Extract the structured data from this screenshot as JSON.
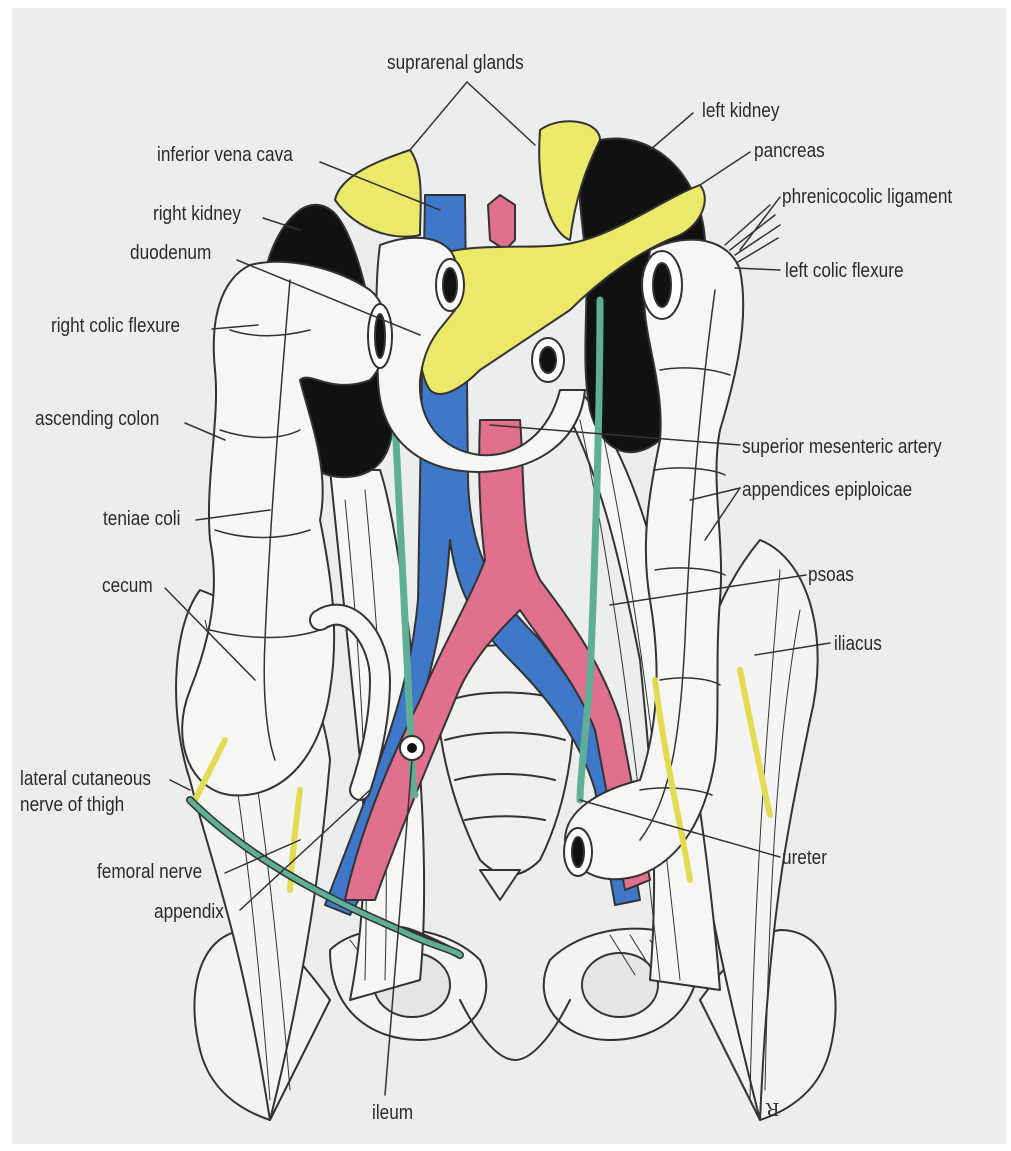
{
  "colors": {
    "background": "#eceeed",
    "suprarenal": "#ece86a",
    "pancreas": "#ece86a",
    "kidney": "#111111",
    "vein": "#3f78c8",
    "artery": "#e0708e",
    "ureter": "#5fae96",
    "nerve": "#e2dc55",
    "organ": "#f6f6f4",
    "line": "#333333"
  },
  "labels": {
    "suprarenal_glands": "suprarenal glands",
    "left_kidney": "left kidney",
    "inferior_vena_cava": "inferior vena cava",
    "pancreas": "pancreas",
    "phrenicocolic_ligament": "phrenicocolic ligament",
    "right_kidney": "right kidney",
    "duodenum": "duodenum",
    "left_colic_flexure": "left colic flexure",
    "right_colic_flexure": "right colic flexure",
    "ascending_colon": "ascending colon",
    "superior_mesenteric_artery": "superior mesenteric artery",
    "appendices_epiploicae": "appendices epiploicae",
    "teniae_coli": "teniae coli",
    "psoas": "psoas",
    "cecum": "cecum",
    "iliacus": "iliacus",
    "lateral_cutaneous_nerve_line1": "lateral cutaneous",
    "lateral_cutaneous_nerve_line2": "nerve of thigh",
    "ureter": "ureter",
    "femoral_nerve": "femoral nerve",
    "appendix": "appendix",
    "ileum": "ileum",
    "artist_mark": "R"
  }
}
